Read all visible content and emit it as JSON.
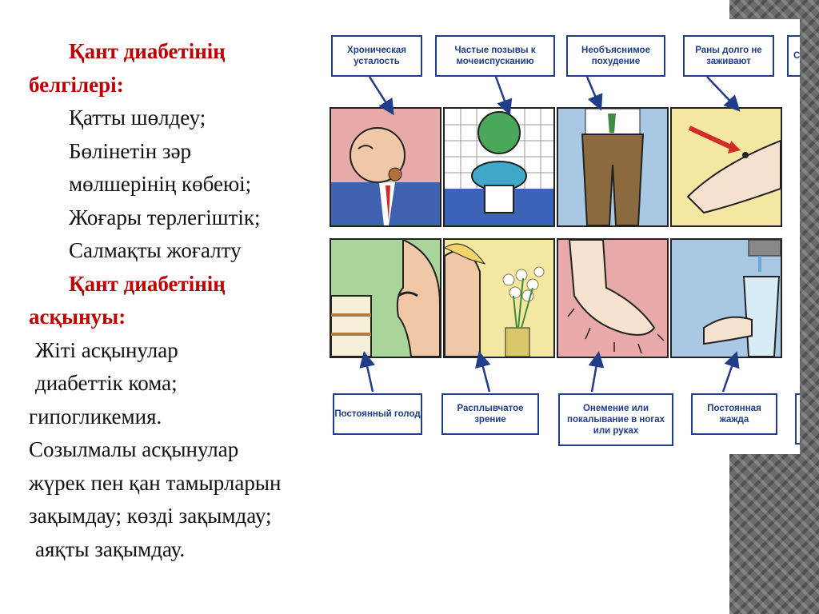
{
  "slide": {
    "lines": [
      "Қант диабетінің",
      "белгілері:",
      "Қатты шөлдеу;",
      "Бөлінетін зәр",
      "мөлшерінің көбеюі;",
      "Жоғары терлегіштік;",
      "Салмақты жоғалту",
      "Қант диабетінің",
      "асқынуы:",
      "Жіті асқынулар",
      "диабеттік  кома;",
      "гипогликемия.",
      "Созылмалы асқынулар",
      "жүрек пен қан тамырларын",
      "зақымдау; көзді зақымдау;",
      "аяқты зақымдау."
    ]
  },
  "figure": {
    "top_labels": [
      "Хроническая усталость",
      "Частые позывы к мочеиспусканию",
      "Необъяснимое похудение",
      "Раны долго не заживают",
      "С"
    ],
    "bottom_labels": [
      "Постоянный голод",
      "Расплывчатое зрение",
      "Онемение или покалывание в ногах или руках",
      "Постоянная жажда"
    ],
    "colors": {
      "label_border": "#1f3d8a",
      "arrow": "#1f3d8a",
      "panel_pink": "#e8a9a9",
      "panel_blue": "#a9c8e3",
      "panel_yellow": "#f3e7a1",
      "panel_green": "#a9d49a",
      "panel_lilac": "#c9b4d6"
    }
  }
}
